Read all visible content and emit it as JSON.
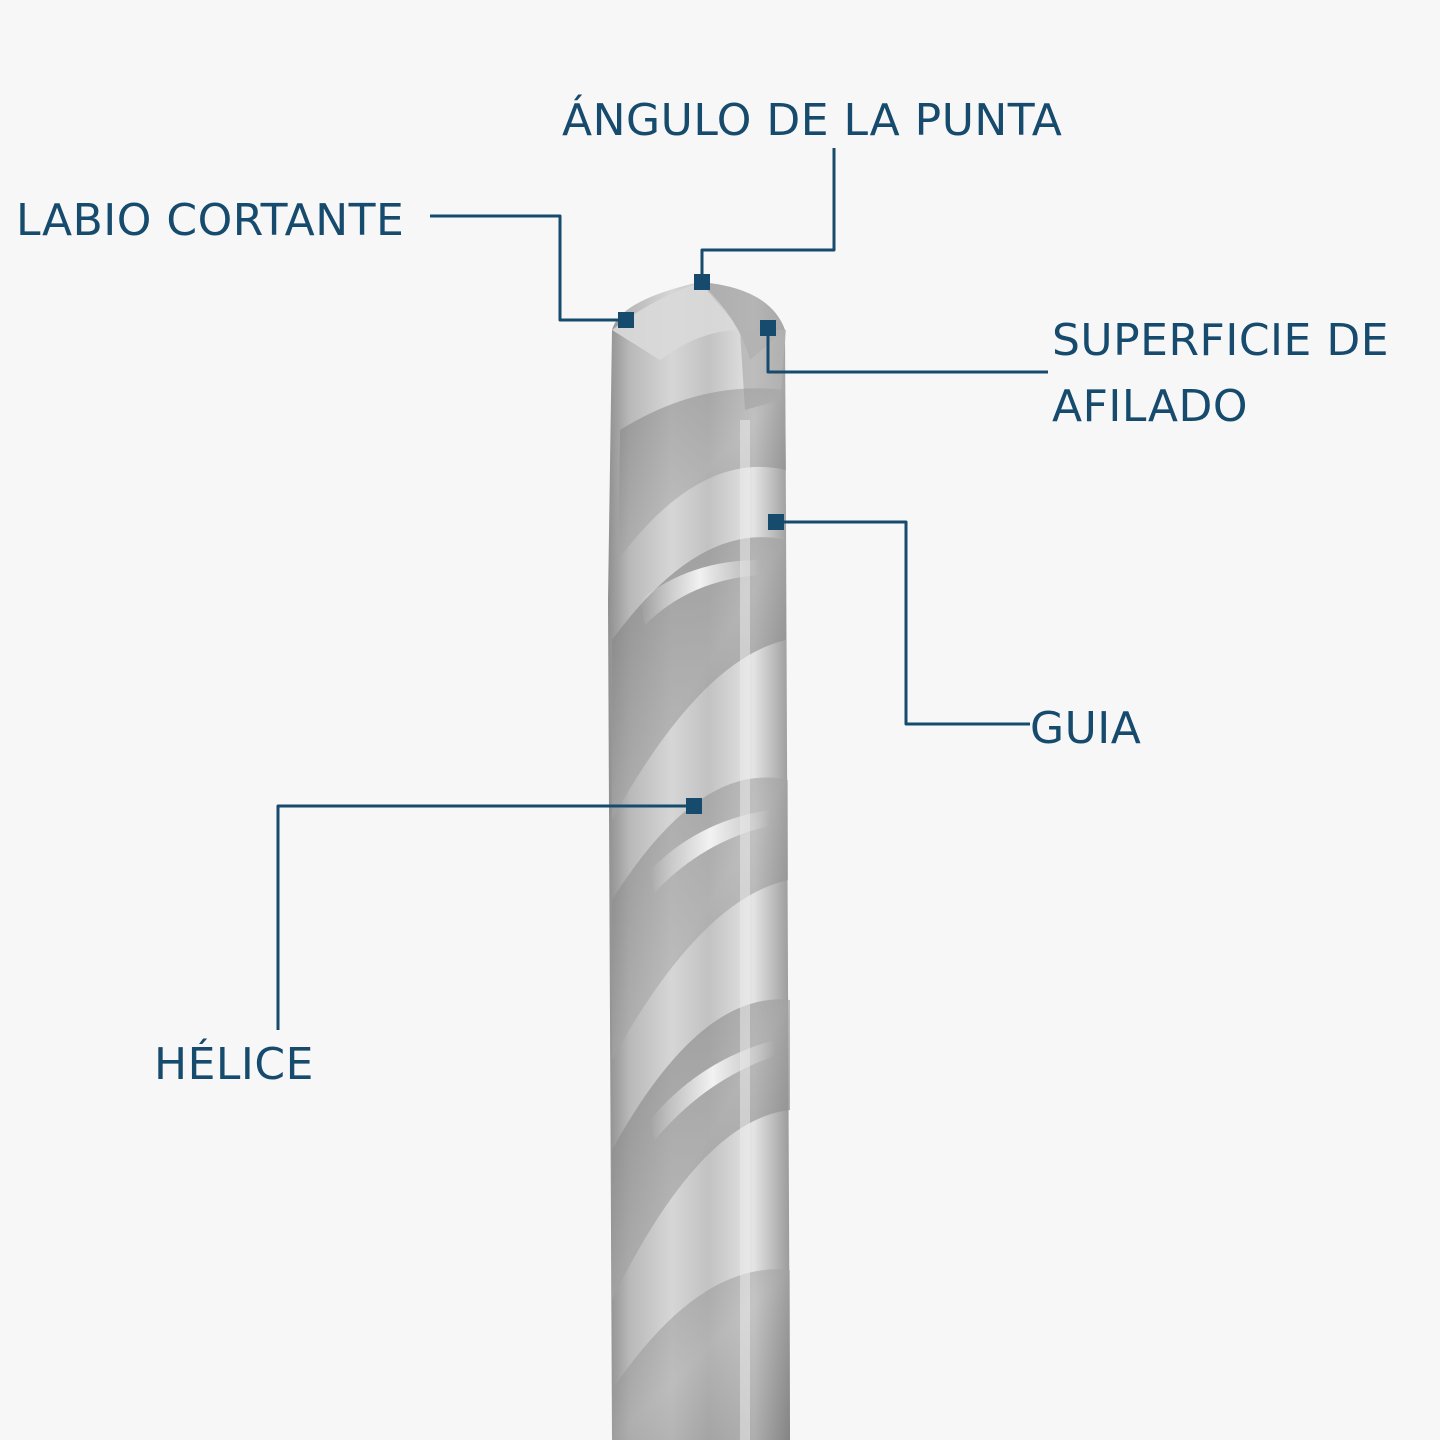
{
  "diagram": {
    "colors": {
      "background": "#f7f7f7",
      "label_text": "#164b6e",
      "leader_line": "#164b6e"
    },
    "labels": {
      "point_angle": "ÁNGULO DE LA PUNTA",
      "cutting_lip": "LABIO CORTANTE",
      "grinding_surface_line1": "SUPERFICIE DE",
      "grinding_surface_line2": "AFILADO",
      "guide": "GUIA",
      "helix": "HÉLICE"
    }
  }
}
